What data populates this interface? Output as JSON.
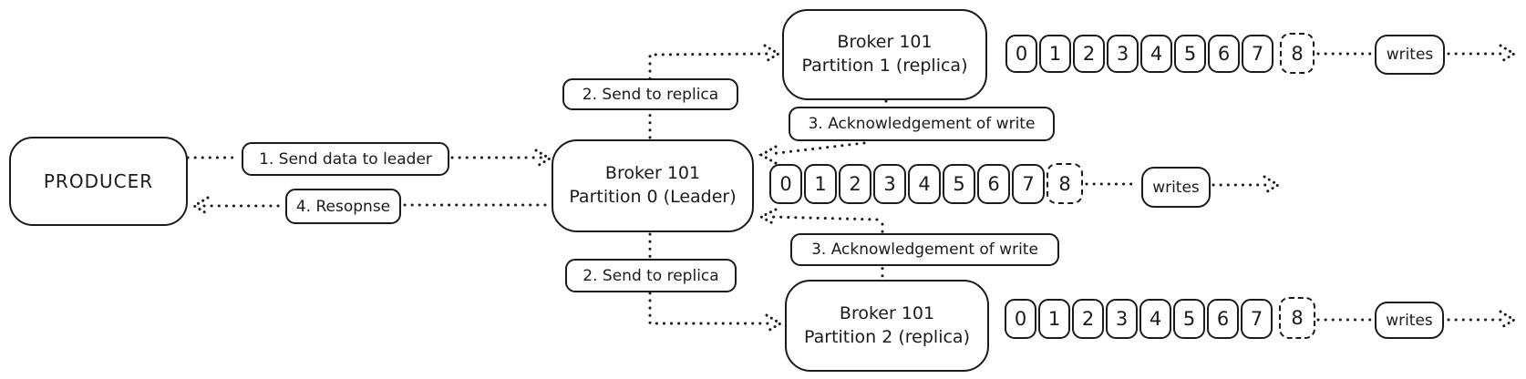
{
  "producer": {
    "label": "PRODUCER"
  },
  "leader": {
    "line1": "Broker 101",
    "line2": "Partition 0 (Leader)"
  },
  "replica_top": {
    "line1": "Broker 101",
    "line2": "Partition 1 (replica)"
  },
  "replica_bottom": {
    "line1": "Broker 101",
    "line2": "Partition 2 (replica)"
  },
  "labels": {
    "step1": "1. Send data to leader",
    "step2_top": "2. Send to replica",
    "step2_bottom": "2. Send to replica",
    "step3_top": "3. Acknowledgement of write",
    "step3_bottom": "3. Acknowledgement of write",
    "step4": "4. Resopnse"
  },
  "logs": {
    "top": {
      "cells": [
        "0",
        "1",
        "2",
        "3",
        "4",
        "5",
        "6",
        "7"
      ],
      "next": "8",
      "writes": "writes"
    },
    "middle": {
      "cells": [
        "0",
        "1",
        "2",
        "3",
        "4",
        "5",
        "6",
        "7"
      ],
      "next": "8",
      "writes": "writes"
    },
    "bottom": {
      "cells": [
        "0",
        "1",
        "2",
        "3",
        "4",
        "5",
        "6",
        "7"
      ],
      "next": "8",
      "writes": "writes"
    }
  },
  "colors": {
    "stroke": "#1b1b1b",
    "background": "#ffffff"
  }
}
